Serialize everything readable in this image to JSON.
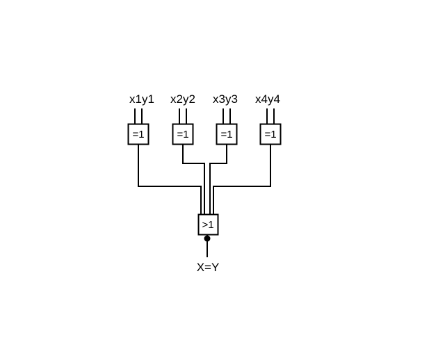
{
  "inputs": [
    "x1y1",
    "x2y2",
    "x3y3",
    "x4y4"
  ],
  "xor_gate_label": "=1",
  "or_gate_label": ">1",
  "output_label": "X=Y"
}
